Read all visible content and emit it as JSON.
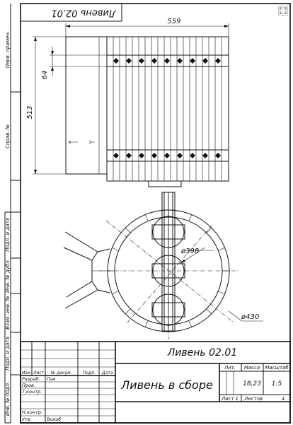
{
  "drawing": {
    "mirrored_code": "Ливень 02.01",
    "dimensions": {
      "width": "559",
      "height": "513",
      "band": "64",
      "inner_diameter": "ø398",
      "outer_diameter": "ø430"
    },
    "side_labels": {
      "perv_primen": "Перв. примен.",
      "sprav_no": "Справ. №",
      "podp_date_1": "Подп. и дата",
      "inv_dubl": "Инв. № дубл.",
      "vzam_inv": "Взам. инв. №",
      "podp_date_2": "Подп. и дата",
      "inv_podl": "Инв. № подл."
    }
  },
  "title_block": {
    "designation": "Ливень 02.01",
    "name": "Ливень в сборе",
    "header_izm": "Изм",
    "header_list": "Лист",
    "header_doc": "№ докум.",
    "header_podp": "Подп.",
    "header_data": "Дата",
    "role_razrab": "Разраб.",
    "person_razrab": "Пак",
    "role_prov": "Пров.",
    "role_tkontr": "Т.контр.",
    "role_nkontr": "Н.контр.",
    "role_utv": "Утв.",
    "person_utv": "Вохоб",
    "lit_label": "Лит.",
    "mass_label": "Масса",
    "scale_label": "Масштаб",
    "mass_value": "18,23",
    "scale_value": "1:5",
    "sheet_label": "Лист",
    "sheet_value": "1",
    "sheets_label": "Листов",
    "sheets_value": "4"
  },
  "viewer": {
    "icon": "expand-icon"
  }
}
